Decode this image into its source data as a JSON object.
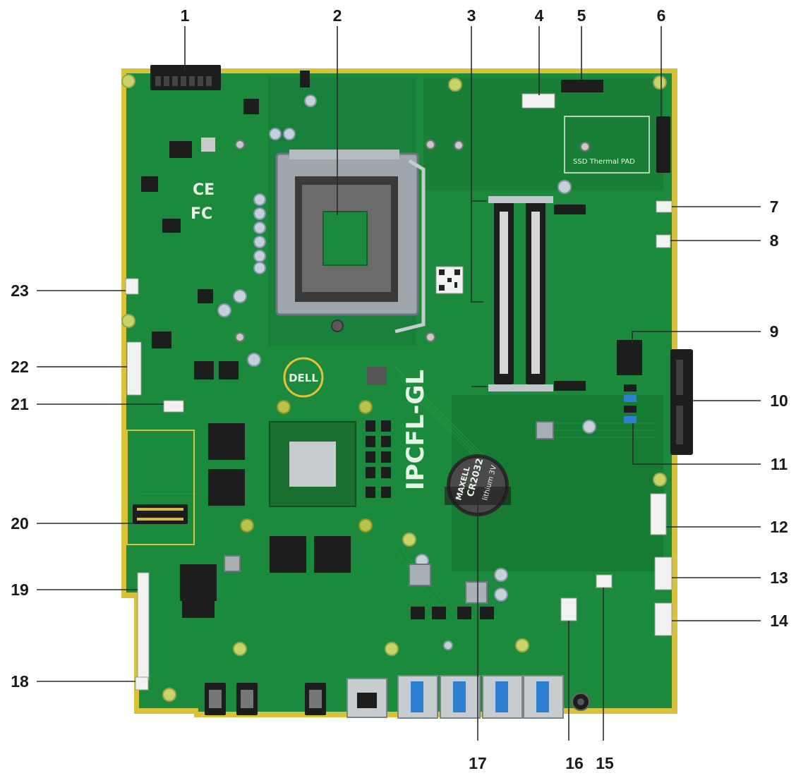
{
  "colors": {
    "pcb_green": "#1c8a3c",
    "pcb_dark": "#0f5f27",
    "pcb_edge": "#d8c23a",
    "metal": "#b9bfc4",
    "port_blue": "#2f7fd0",
    "connector_white": "#f2f2f2",
    "black_part": "#1d1d1d"
  },
  "callouts": [
    "1",
    "2",
    "3",
    "4",
    "5",
    "6",
    "7",
    "8",
    "9",
    "10",
    "11",
    "12",
    "13",
    "14",
    "15",
    "16",
    "17",
    "18",
    "19",
    "20",
    "21",
    "22",
    "23"
  ],
  "board_text": {
    "ssd_pad": "SSD Thermal PAD",
    "model": "IPCFL-GL",
    "brand": "DELL",
    "battery_model": "CR2032",
    "battery_brand": "MAXELL",
    "battery_chem": "lithium 3V",
    "ce_mark": "CE",
    "fc_mark": "FC"
  }
}
